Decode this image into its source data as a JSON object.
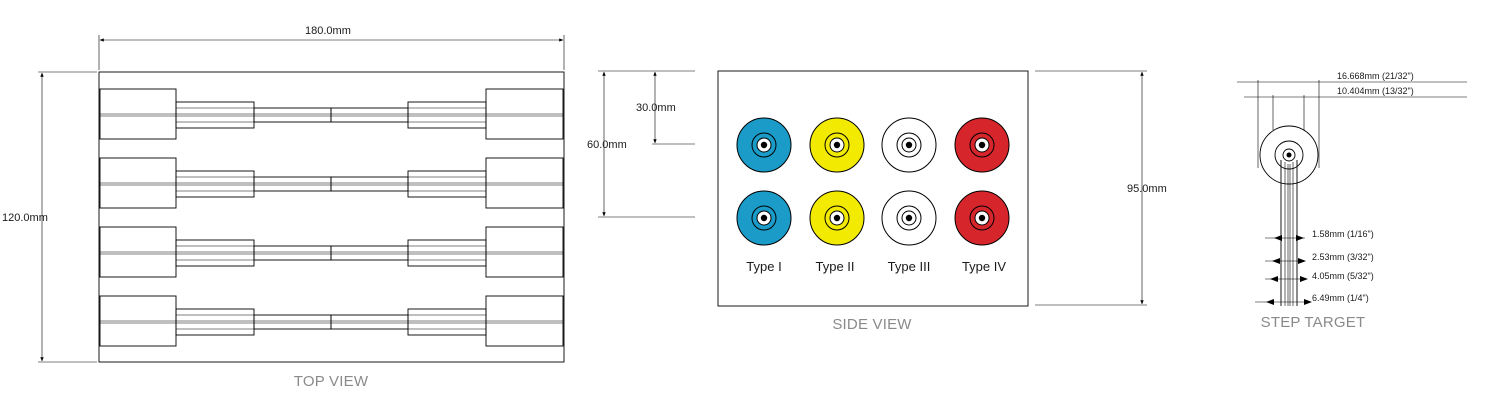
{
  "top_view": {
    "caption": "TOP VIEW",
    "width_dim": "180.0mm",
    "height_dim": "120.0mm"
  },
  "side_view": {
    "caption": "SIDE VIEW",
    "spacing_dim": "30.0mm",
    "outer_dim": "60.0mm",
    "height_dim": "95.0mm",
    "targets": [
      {
        "label": "Type I",
        "color": "#1a9bc8"
      },
      {
        "label": "Type II",
        "color": "#f2ea00"
      },
      {
        "label": "Type III",
        "color": "#ffffff"
      },
      {
        "label": "Type IV",
        "color": "#d6262c"
      }
    ]
  },
  "step_target": {
    "caption": "STEP TARGET",
    "outer_diameter": "16.668mm (21/32\")",
    "inner_diameter": "10.404mm (13/32\")",
    "steps": [
      "1.58mm (1/16\")",
      "2.53mm (3/32\")",
      "4.05mm (5/32\")",
      "6.49mm (1/4\")"
    ]
  }
}
